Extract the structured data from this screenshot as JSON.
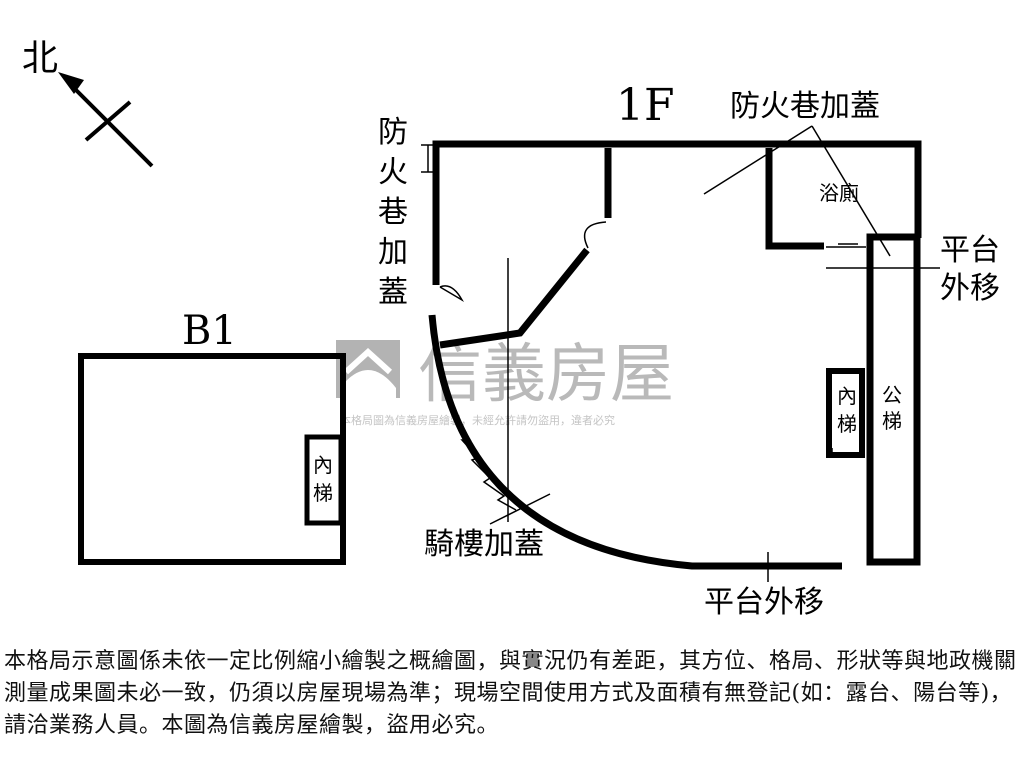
{
  "compass": {
    "north_label": "北"
  },
  "floors": {
    "b1": {
      "title": "B1",
      "stair_label": "內梯"
    },
    "f1": {
      "title": "1F",
      "fire_lane_top": "防火巷加蓋",
      "fire_lane_left": [
        "防",
        "火",
        "巷",
        "加",
        "蓋"
      ],
      "bathroom": "浴廁",
      "platform_right": [
        "平台",
        "外移"
      ],
      "inner_stair": [
        "內",
        "梯"
      ],
      "public_stair": [
        "公",
        "梯"
      ],
      "arcade": "騎樓加蓋",
      "platform_bottom": "平台外移"
    }
  },
  "watermark": {
    "brand": "信義房屋",
    "notice": "本格局圖為信義房屋繪製，未經允許請勿盜用，違者必究"
  },
  "disclaimer": "本格局示意圖係未依一定比例縮小繪製之概繪圖，與實況仍有差距，其方位、格局、形狀等與地政機關測量成果圖未必一致，仍須以房屋現場為準；現場空間使用方式及面積有無登記(如：露台、陽台等)，請洽業務人員。本圖為信義房屋繪製，盜用必究。"
}
